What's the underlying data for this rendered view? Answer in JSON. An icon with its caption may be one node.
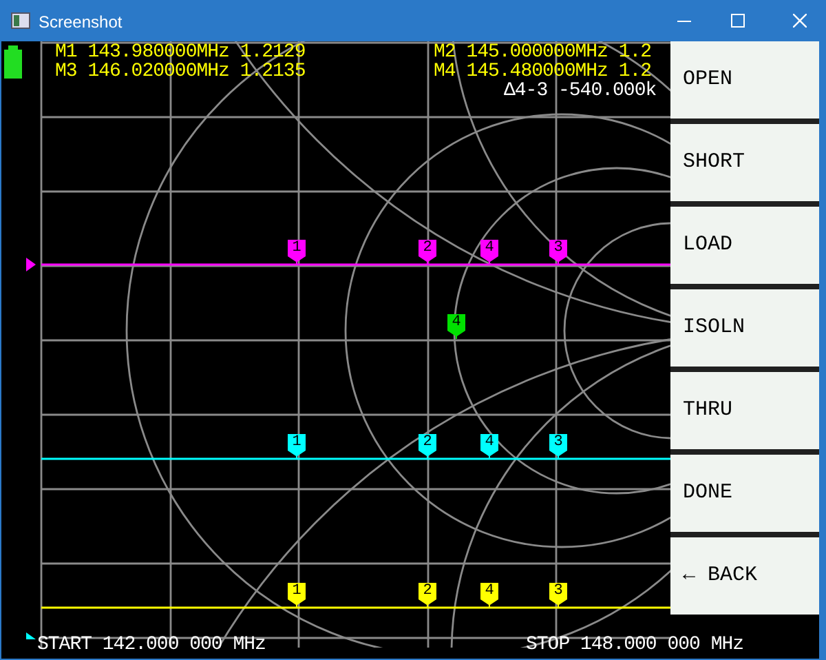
{
  "diagram": {
    "title": "Screenshot",
    "nodes": [
      {
        "text": [
          "OPEN"
        ]
      },
      {
        "text": [
          "SHORT"
        ]
      },
      {
        "text": [
          "LOAD"
        ]
      },
      {
        "text": [
          "ISOLN"
        ]
      },
      {
        "text": [
          "THRU"
        ]
      },
      {
        "text": [
          "DONE"
        ]
      },
      {
        "text": [
          "← BACK"
        ]
      }
    ],
    "edges": [],
    "labels": [
      "M1 143.980000MHz 1.2129",
      "M2 145.000000MHz 1.2",
      "M3 146.020000MHz 1.2135",
      "M4 145.480000MHz 1.2",
      "Δ4-3 -540.000k",
      "1",
      "2",
      "4",
      "3",
      "4",
      "1",
      "2",
      "4",
      "3",
      "1",
      "2",
      "4",
      "3",
      "START 142.000 000 MHz",
      "STOP 148.000 000 MHz"
    ]
  }
}
